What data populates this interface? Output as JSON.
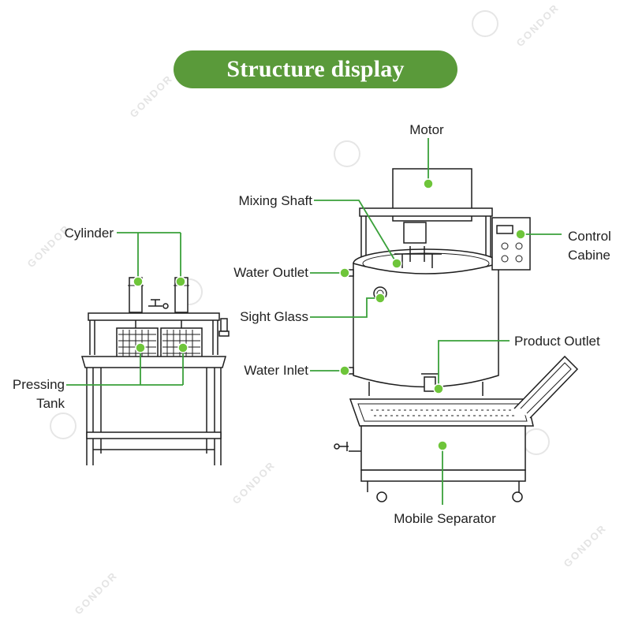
{
  "title": "Structure display",
  "watermark": "GONDOR",
  "labels": {
    "motor": "Motor",
    "mixing_shaft": "Mixing Shaft",
    "control_line1": "Control",
    "control_line2": "Cabine",
    "water_outlet": "Water Outlet",
    "sight_glass": "Sight Glass",
    "product_outlet": "Product Outlet",
    "water_inlet": "Water Inlet",
    "mobile_separator": "Mobile Separator",
    "cylinder": "Cylinder",
    "pressing_line1": "Pressing",
    "pressing_line2": "Tank"
  },
  "colors": {
    "banner": "#5a9a3a",
    "leader": "#3aa13a",
    "dot": "#6ec53a"
  }
}
